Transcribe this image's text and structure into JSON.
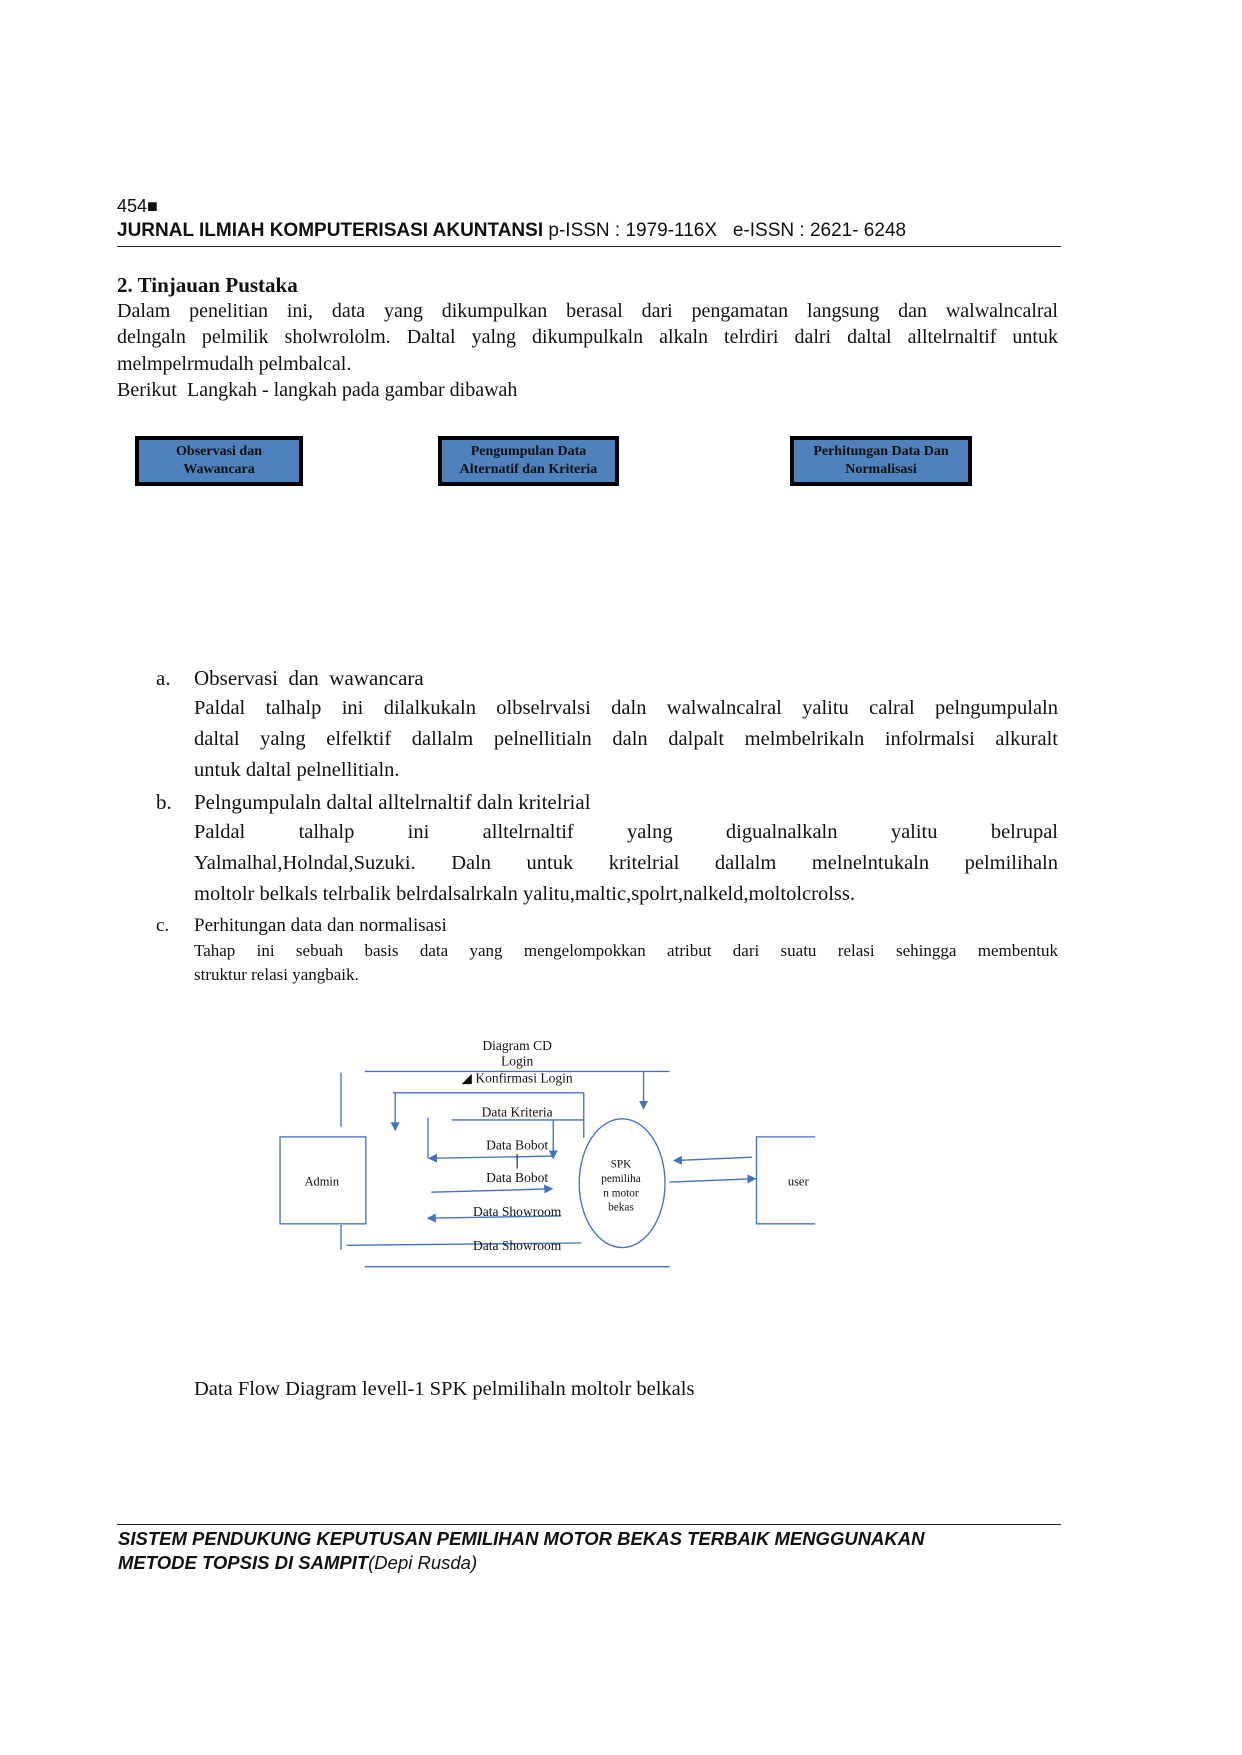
{
  "header": {
    "page_number": "454■",
    "journal_name": "JURNAL ILMIAH KOMPUTERISASI AKUNTANSI",
    "issn": "p-ISSN : 1979-116X   e-ISSN : 2621- 6248"
  },
  "section": {
    "title": "2. Tinjauan Pustaka",
    "paragraph_lines": [
      "Dalam penelitian  ini, data yang dikumpulkan berasal  dari pengamatan langsung dan walwalncalral",
      "delngaln pelmilik sholwrololm. Daltal yalng dikumpulkaln alkaln telrdiri dalri daltal alltelrnaltif untuk",
      "melmpelrmudalh pelmbalcal.",
      "Berikut  Langkah - langkah pada gambar dibawah"
    ]
  },
  "steps": [
    {
      "line1": "Observasi dan",
      "line2": "Wawancara"
    },
    {
      "line1": "Pengumpulan Data",
      "line2": "Alternatif dan Kriteria"
    },
    {
      "line1": "Perhitungan Data Dan",
      "line2": "Normalisasi"
    }
  ],
  "list": {
    "a": {
      "marker": "a.",
      "title": "Observasi  dan  wawancara",
      "lines": [
        "Paldal talhalp ini dilalkukaln olbselrvalsi daln walwalncalral yalitu calral pelngumpulaln",
        "daltal yalng elfelktif dallalm pelnellitialn daln dalpalt melmbelrikaln infolrmalsi alkuralt",
        "untuk daltal pelnellitialn."
      ]
    },
    "b": {
      "marker": "b.",
      "title": "Pelngumpulaln daltal alltelrnaltif daln kritelrial",
      "lines": [
        "Paldal talhalp ini alltelrnaltif yalng digualnalkaln yalitu belrupal",
        "Yalmalhal,Holndal,Suzuki. Daln untuk kritelrial dallalm melnelntukaln pelmilihaln",
        "moltolr belkals telrbalik belrdalsalrkaln yalitu,maltic,spolrt,nalkeld,moltolcrolss."
      ]
    },
    "c": {
      "marker": "c.",
      "title": "Perhitungan data dan normalisasi",
      "lines": [
        "Tahap ini sebuah basis data yang mengelompokkan atribut dari suatu relasi sehingga membentuk",
        "struktur relasi yangbaik."
      ]
    }
  },
  "diagram": {
    "title": "Diagram CD",
    "flows": {
      "login": "Login",
      "konfirmasi": "◢ Konfirmasi Login",
      "kriteria": "Data Kriteria",
      "bobot_1": "Data Bobot",
      "bobot_2": "Data Bobot",
      "showroom_1": "Data Showroom",
      "showroom_2": "Data Showroom"
    },
    "admin": "Admin",
    "process_lines": [
      "SPK",
      "pemiliha",
      "n motor",
      "bekas"
    ],
    "user": "user",
    "line_color": "#4472c4"
  },
  "caption": "Data Flow Diagram levell-1 SPK pelmilihaln moltolr belkals",
  "footer": {
    "title_line1": "SISTEM PENDUKUNG KEPUTUSAN PEMILIHAN MOTOR BEKAS TERBAIK MENGGUNAKAN",
    "title_line2": "METODE TOPSIS DI SAMPIT",
    "author": "(Depi Rusda)"
  }
}
